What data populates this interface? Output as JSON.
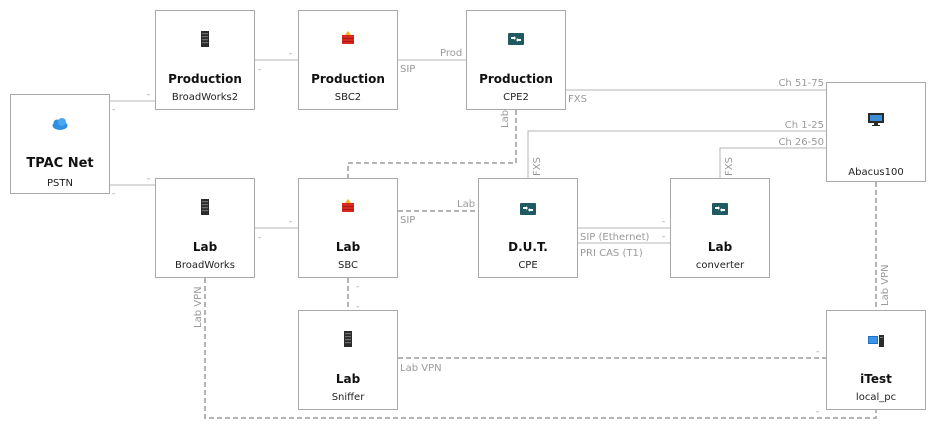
{
  "nodes": {
    "tpac": {
      "title": "TPAC Net",
      "sub": "PSTN",
      "icon": "cloud-icon"
    },
    "bw2": {
      "title": "Production",
      "sub": "BroadWorks2",
      "icon": "server-icon"
    },
    "sbc2": {
      "title": "Production",
      "sub": "SBC2",
      "icon": "firewall-icon"
    },
    "cpe2": {
      "title": "Production",
      "sub": "CPE2",
      "icon": "router-icon"
    },
    "abacus": {
      "title": "",
      "sub": "Abacus100",
      "icon": "monitor-icon"
    },
    "bw": {
      "title": "Lab",
      "sub": "BroadWorks",
      "icon": "server-icon"
    },
    "sbc": {
      "title": "Lab",
      "sub": "SBC",
      "icon": "firewall-icon"
    },
    "dut": {
      "title": "D.U.T.",
      "sub": "CPE",
      "icon": "router-icon"
    },
    "converter": {
      "title": "Lab",
      "sub": "converter",
      "icon": "router-icon"
    },
    "sniffer": {
      "title": "Lab",
      "sub": "Sniffer",
      "icon": "server-icon"
    },
    "itest": {
      "title": "iTest",
      "sub": "local_pc",
      "icon": "pc-icon"
    }
  },
  "edge_labels": {
    "prod": "Prod",
    "sip_prod": "SIP",
    "fxs_prod": "FXS",
    "ch_51_75": "Ch 51-75",
    "lab_cpe2": "Lab",
    "ch_1_25": "Ch 1-25",
    "ch_26_50": "Ch 26-50",
    "fxs_dut": "FXS",
    "fxs_conv": "FXS",
    "lab_sbc_dut": "Lab",
    "sip_lab": "SIP",
    "sip_ethernet": "SIP (Ethernet)",
    "pri_cas": "PRI CAS (T1)",
    "lab_vpn_sniffer": "Lab VPN",
    "lab_vpn_bw": "Lab VPN",
    "lab_vpn_itest": "Lab VPN"
  },
  "colors": {
    "box_border": "#a8a8a8",
    "link": "#b4b4b4",
    "label": "#9a9a9a",
    "firewall_red": "#d9281e",
    "firewall_yellow": "#f2b01e",
    "router_teal": "#1f5a63",
    "cloud_blue": "#2f8fe0",
    "pc_blue": "#1a73c8"
  }
}
